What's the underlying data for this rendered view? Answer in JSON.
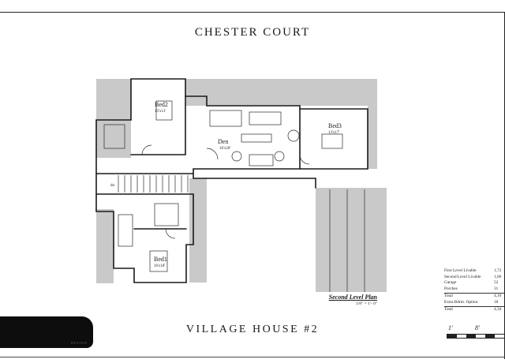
{
  "header": {
    "title": "CHESTER COURT"
  },
  "footer": {
    "title": "VILLAGE HOUSE #2",
    "redaction_tail": "DESIGN"
  },
  "plan": {
    "label": "Second Level Plan",
    "scale": "1/8\" = 1'- 0\"",
    "rooms": [
      {
        "name": "Bed2",
        "size": "15'x13'"
      },
      {
        "name": "Den",
        "size": "16'x20'"
      },
      {
        "name": "Bed3",
        "size": "13'x17'"
      },
      {
        "name": "Bed1",
        "size": "16'x18'"
      }
    ],
    "stair_label": "dn"
  },
  "square_footage": [
    {
      "label": "First Level Livable",
      "value": "1,72"
    },
    {
      "label": "Second Level Livable",
      "value": "1,60"
    },
    {
      "label": "Garage",
      "value": "52"
    },
    {
      "label": "Porches",
      "value": "31"
    },
    {
      "label": "Total",
      "value": "4,16"
    },
    {
      "label": "Extra Bdrm. Option",
      "value": "18"
    },
    {
      "label": "Total",
      "value": "4,34"
    }
  ],
  "scalebar": {
    "left_label": "1'",
    "right_label": "8'"
  },
  "colors": {
    "fill": "#c9c9c9",
    "line": "#1a1a1a"
  }
}
